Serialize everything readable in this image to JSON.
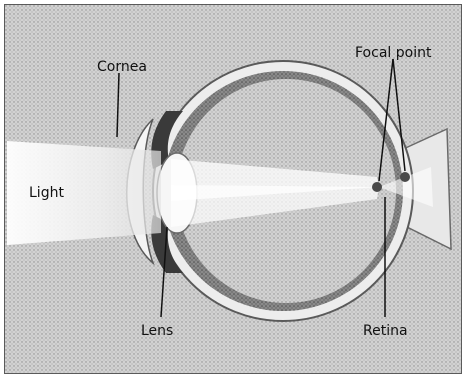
{
  "figure": {
    "labels": {
      "cornea": "Cornea",
      "focal_point": "Focal point",
      "light": "Light",
      "lens": "Lens",
      "retina": "Retina"
    }
  }
}
